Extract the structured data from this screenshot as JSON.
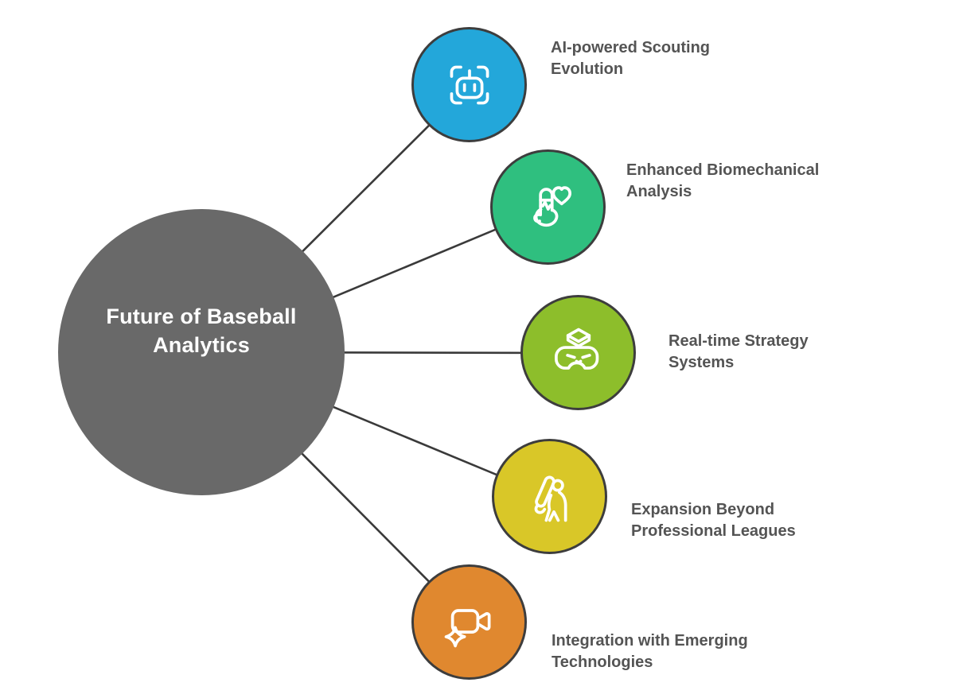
{
  "diagram": {
    "type": "radial-mindmap",
    "background": "#ffffff",
    "connector_color": "#3a3a3a",
    "node_border_color": "#3d3d3d",
    "label_color": "#545454",
    "icon_color": "#ffffff",
    "center": {
      "label": "Future of Baseball Analytics",
      "lines": [
        "Future of Baseball",
        "Analytics"
      ],
      "fill": "#696969",
      "text_color": "#ffffff"
    },
    "nodes": [
      {
        "id": "ai-scouting",
        "label": "AI-powered Scouting Evolution",
        "lines": [
          "AI-powered Scouting",
          "Evolution"
        ],
        "icon": "robot-scan-icon",
        "fill": "#23a7da"
      },
      {
        "id": "biomechanical",
        "label": "Enhanced Biomechanical Analysis",
        "lines": [
          "Enhanced Biomechanical",
          "Analysis"
        ],
        "icon": "health-monitor-icon",
        "fill": "#2fbf7f"
      },
      {
        "id": "realtime-strategy",
        "label": "Real-time Strategy Systems",
        "lines": [
          "Real-time Strategy",
          "Systems"
        ],
        "icon": "vr-headset-icon",
        "fill": "#8dbe2b"
      },
      {
        "id": "expansion",
        "label": "Expansion Beyond Professional Leagues",
        "lines": [
          "Expansion Beyond",
          "Professional Leagues"
        ],
        "icon": "baseball-batter-icon",
        "fill": "#d9c728"
      },
      {
        "id": "emerging-tech",
        "label": "Integration with Emerging Technologies",
        "lines": [
          "Integration with Emerging",
          "Technologies"
        ],
        "icon": "video-camera-sparkle-icon",
        "fill": "#e0882f"
      }
    ]
  }
}
